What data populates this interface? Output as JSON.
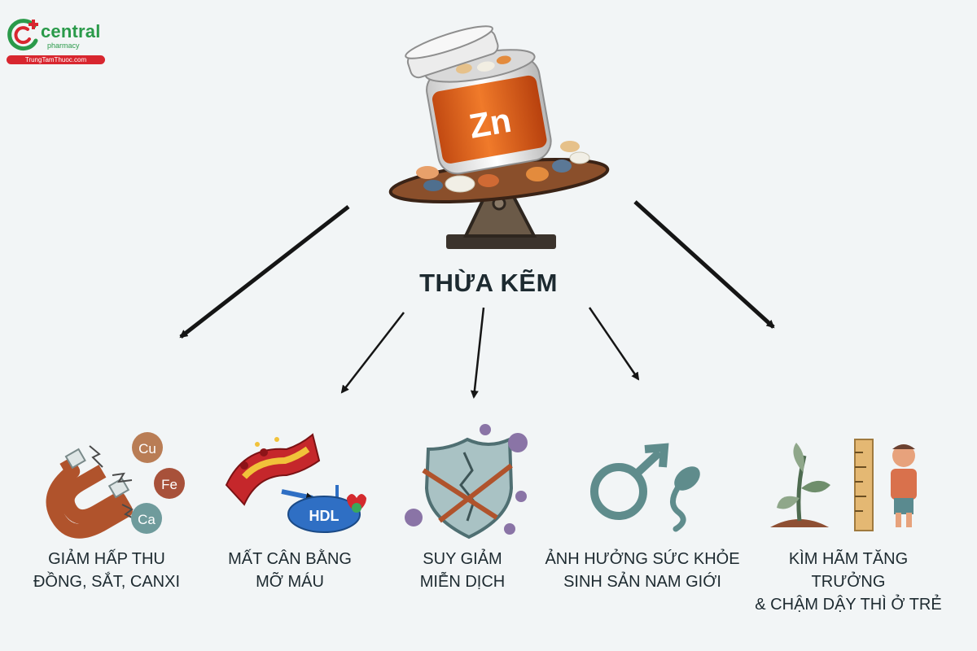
{
  "logo": {
    "brand": "central",
    "sub": "pharmacy",
    "site": "TrungTamThuoc.com"
  },
  "center": {
    "title": "THỪA KẼM",
    "jar_label": "Zn"
  },
  "effects": [
    {
      "line1": "GIẢM HẤP THU",
      "line2": "ĐỒNG, SẮT, CANXI",
      "icon": "magnet-icon",
      "minerals": [
        "Cu",
        "Fe",
        "Ca"
      ]
    },
    {
      "line1": "MẤT CÂN BẰNG",
      "line2": "MỠ MÁU",
      "icon": "blood-vessel-icon",
      "badge": "HDL"
    },
    {
      "line1": "SUY GIẢM",
      "line2": "MIỄN DỊCH",
      "icon": "cracked-shield-icon"
    },
    {
      "line1": "ẢNH HƯỞNG SỨC KHỎE",
      "line2": "SINH SẢN NAM GIỚI",
      "icon": "male-symbol-sperm-icon"
    },
    {
      "line1": "KÌM HÃM TĂNG TRƯỞNG",
      "line2": "& CHẬM DẬY THÌ Ở TRẺ",
      "icon": "child-height-icon"
    }
  ],
  "colors": {
    "brand_green": "#2a9a4a",
    "brand_red": "#d8262f",
    "jar_orange": "#e8661e",
    "icon_teal": "#5f8c8c",
    "icon_rust": "#b0532c",
    "text": "#1d2a30"
  }
}
